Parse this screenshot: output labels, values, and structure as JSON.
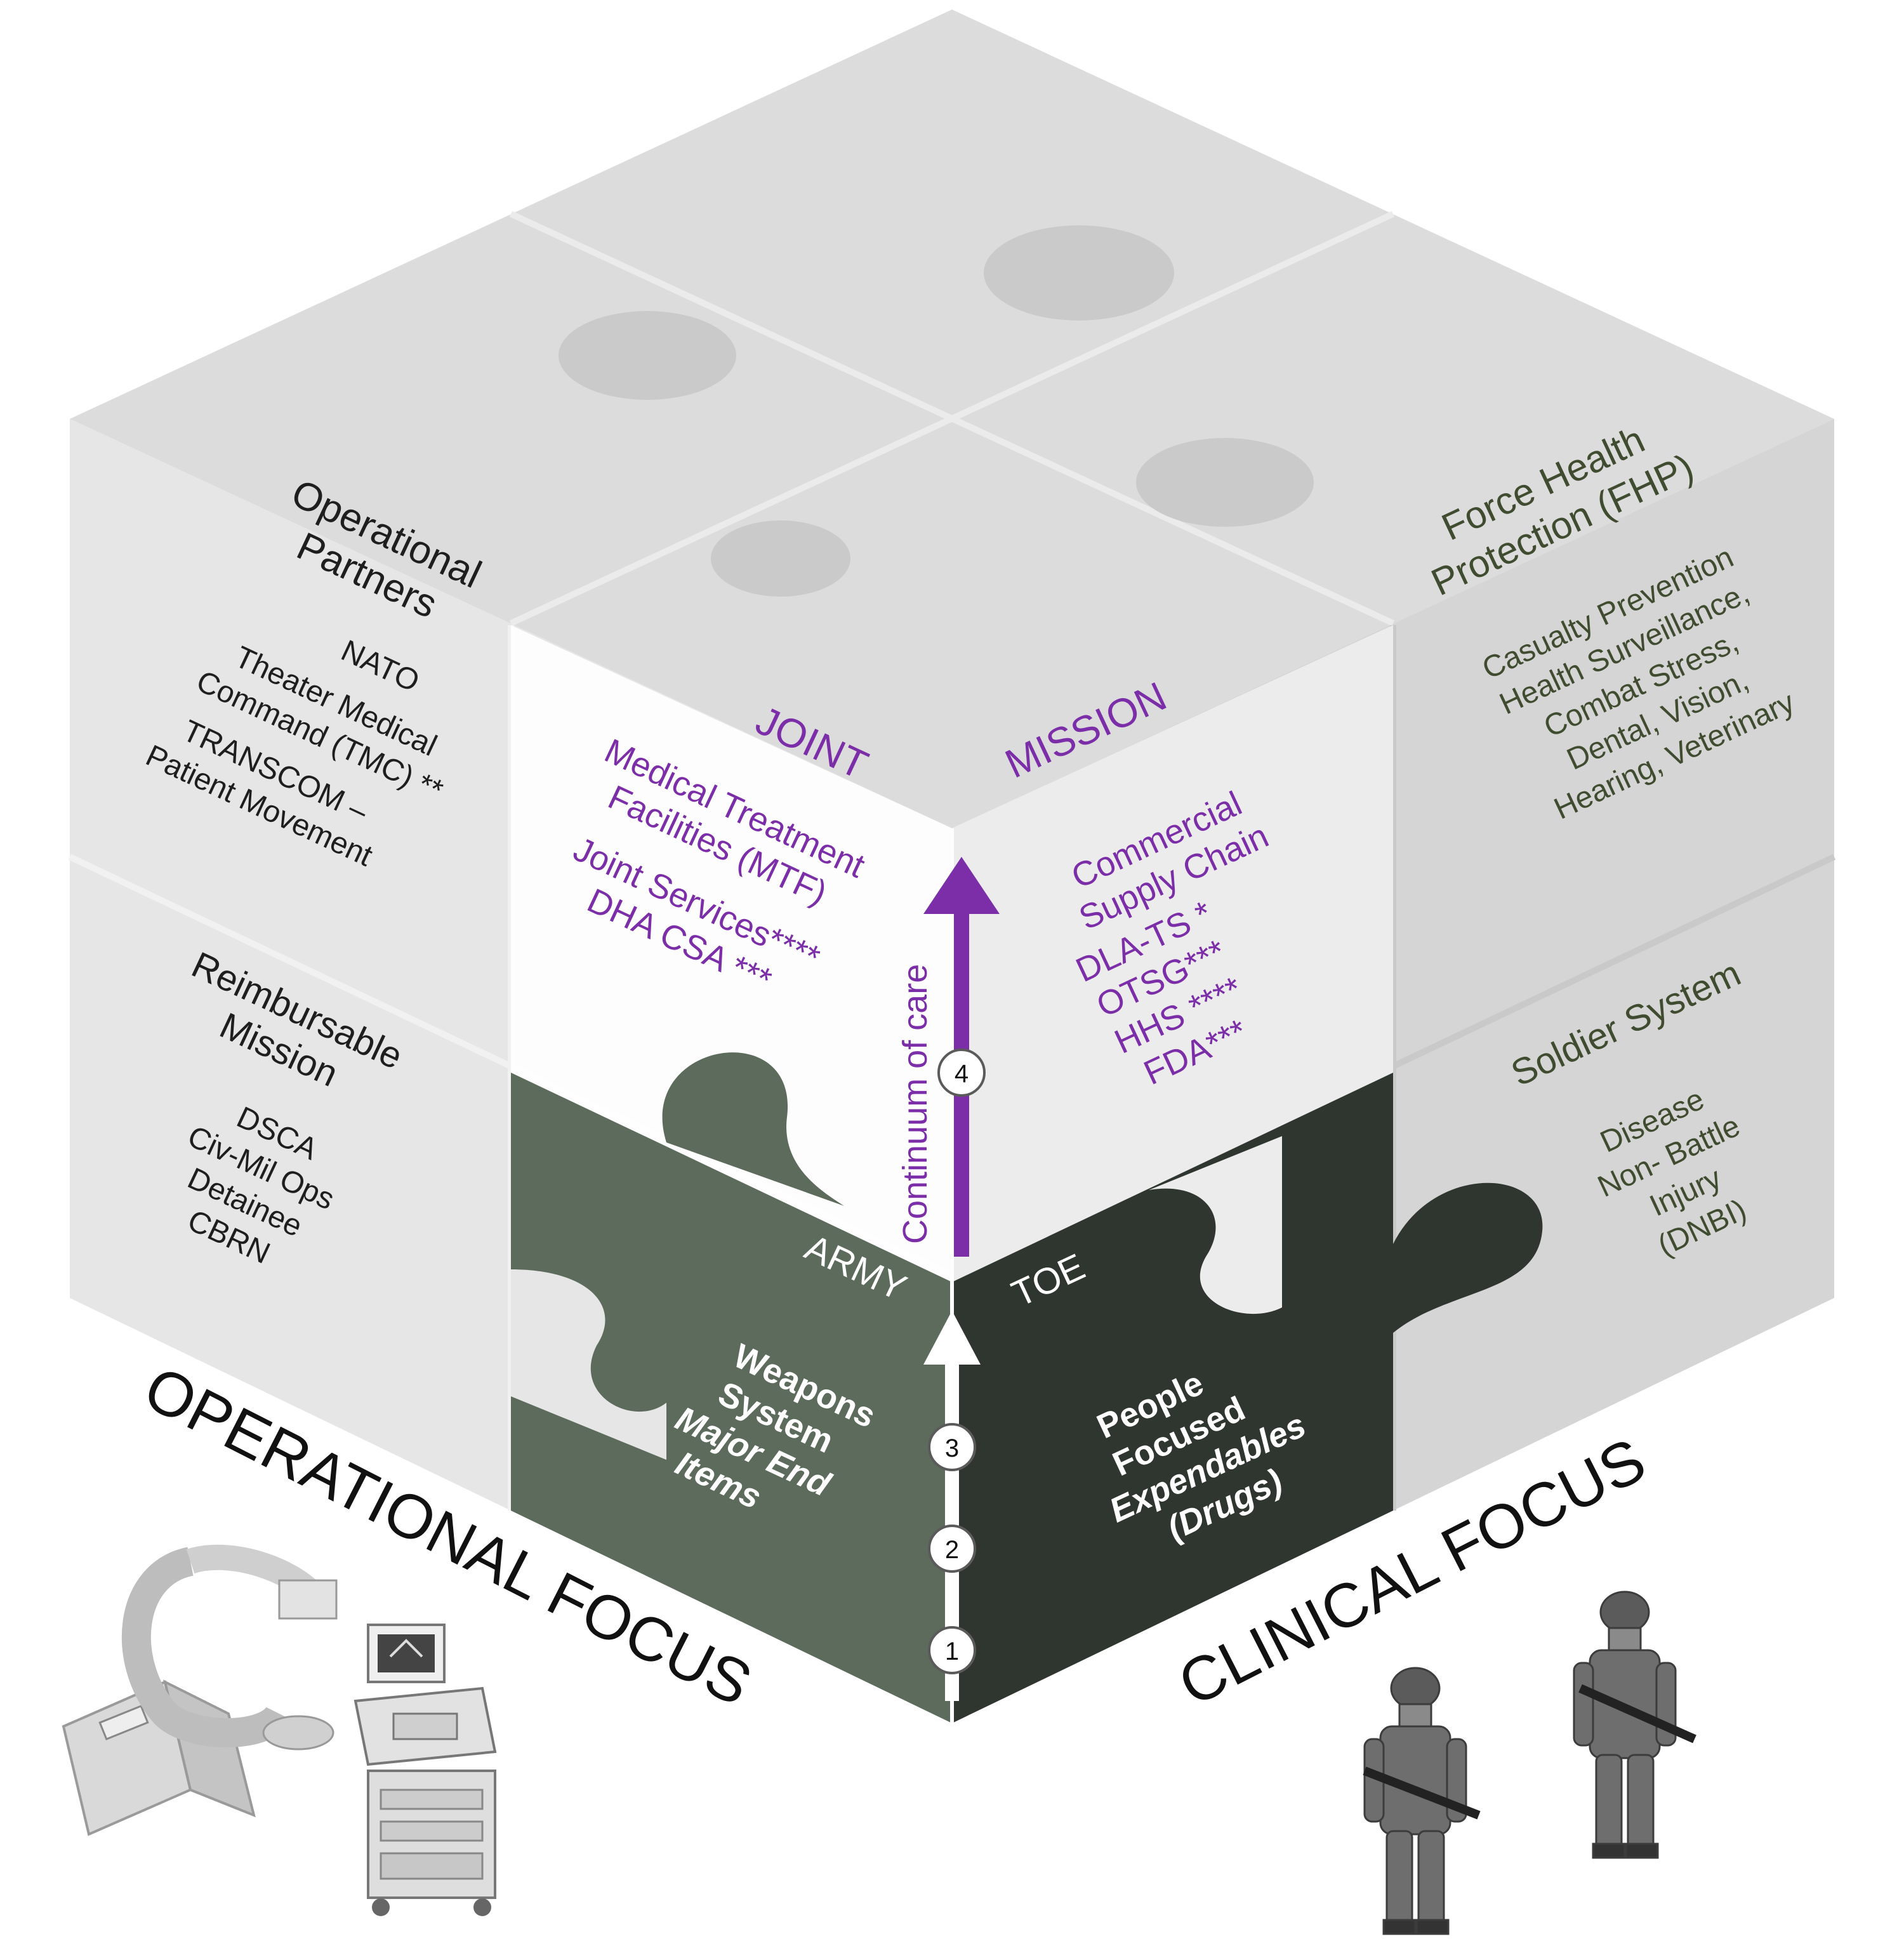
{
  "colors": {
    "top_face": "#dcdcdc",
    "left_face": "#e4e4e4",
    "right_face": "#d6d6d6",
    "center_white": "#ffffff",
    "army_green": "#5c6b5c",
    "toe_dark": "#2f362f",
    "purple": "#7b2ea8",
    "olive_text": "#3f4c2f"
  },
  "left_panel": {
    "operational_partners": {
      "title_line1": "Operational",
      "title_line2": "Partners",
      "item1": "NATO",
      "item2_line1": "Theater Medical",
      "item2_line2": "Command (TMC) **",
      "item3_line1": "TRANSCOM –",
      "item3_line2": "Patient Movement"
    },
    "reimbursable": {
      "title_line1": "Reimbursable",
      "title_line2": "Mission",
      "items": [
        "DSCA",
        "Civ-Mil Ops",
        "Detainee",
        "CBRN"
      ]
    }
  },
  "right_panel": {
    "fhp": {
      "title_line1": "Force Health",
      "title_line2": "Protection (FHP)",
      "lines": [
        "Casualty Prevention",
        "Health Surveillance,",
        "Combat Stress,",
        "Dental, Vision,",
        "Hearing, Veterinary"
      ]
    },
    "soldier_system": {
      "title": "Soldier System",
      "lines": [
        "Disease",
        "Non- Battle",
        "Injury",
        "(DNBI)"
      ]
    }
  },
  "center": {
    "joint_label": "JOINT",
    "mission_label": "MISSION",
    "joint": {
      "mtf_line1": "Medical Treatment",
      "mtf_line2": "Facilities (MTF)",
      "js_line1": "Joint Services****",
      "js_line2": "DHA CSA ***"
    },
    "mission": {
      "csc_line1": "Commercial",
      "csc_line2": "Supply Chain",
      "agencies": [
        "DLA-TS *",
        "OTSG***",
        "HHS ****",
        "FDA***"
      ]
    },
    "continuum_label": "Continuum of care",
    "army_label": "ARMY",
    "toe_label": "TOE",
    "army": {
      "line1": "Weapons",
      "line2": "System",
      "line3": "Major End",
      "line4": "Items"
    },
    "toe": {
      "line1": "People",
      "line2": "Focused",
      "line3": "Expendables",
      "line4": "(Drugs)"
    },
    "steps": [
      "1",
      "2",
      "3",
      "4"
    ]
  },
  "bottom": {
    "operational_focus": "OPERATIONAL FOCUS",
    "clinical_focus": "CLINICAL FOCUS"
  },
  "illustrations": {
    "left": "medical-equipment-icon",
    "right": "soldiers-icon"
  }
}
